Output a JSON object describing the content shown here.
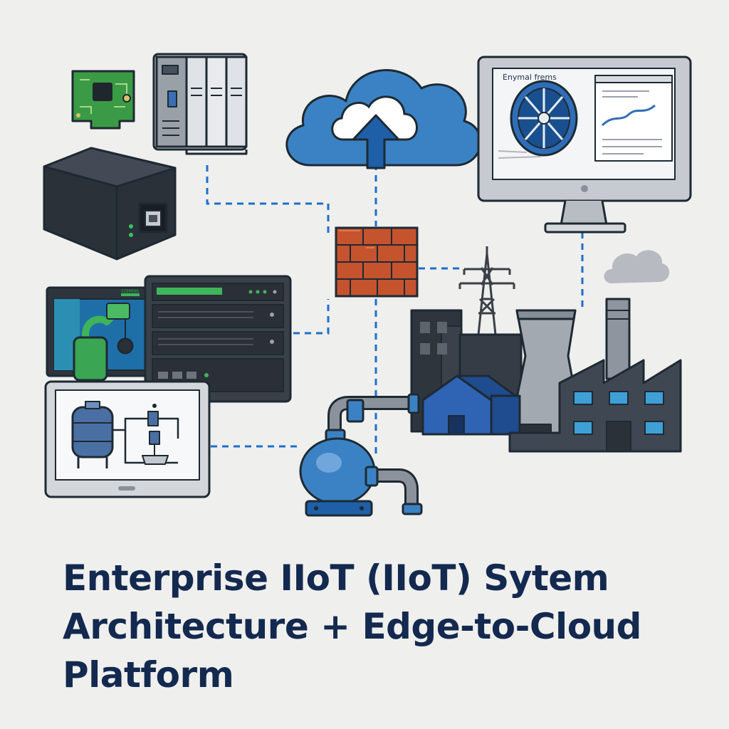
{
  "title_lines": [
    "Enterprise IIoT (IIoT) Sytem",
    "Architecture + Edge-to-Cloud",
    "Platform"
  ],
  "monitor": {
    "caption": "Enymal frems"
  },
  "rack": {
    "label": "SIEMENS"
  },
  "colors": {
    "background": "#efefed",
    "title": "#13294f",
    "link": "#1f6fc9",
    "cloud": "#3b82c4",
    "firewall": "#c4532e",
    "dark_device": "#2e343d",
    "factory": "#3f4753"
  },
  "icons": [
    "circuit-board-icon",
    "plc-rack-icon",
    "edge-gateway-icon",
    "cloud-upload-icon",
    "monitoring-monitor-icon",
    "firewall-icon",
    "hmi-panel-icon",
    "server-rack-icon",
    "scada-tablet-icon",
    "power-tower-icon",
    "factory-icon",
    "pump-icon"
  ]
}
